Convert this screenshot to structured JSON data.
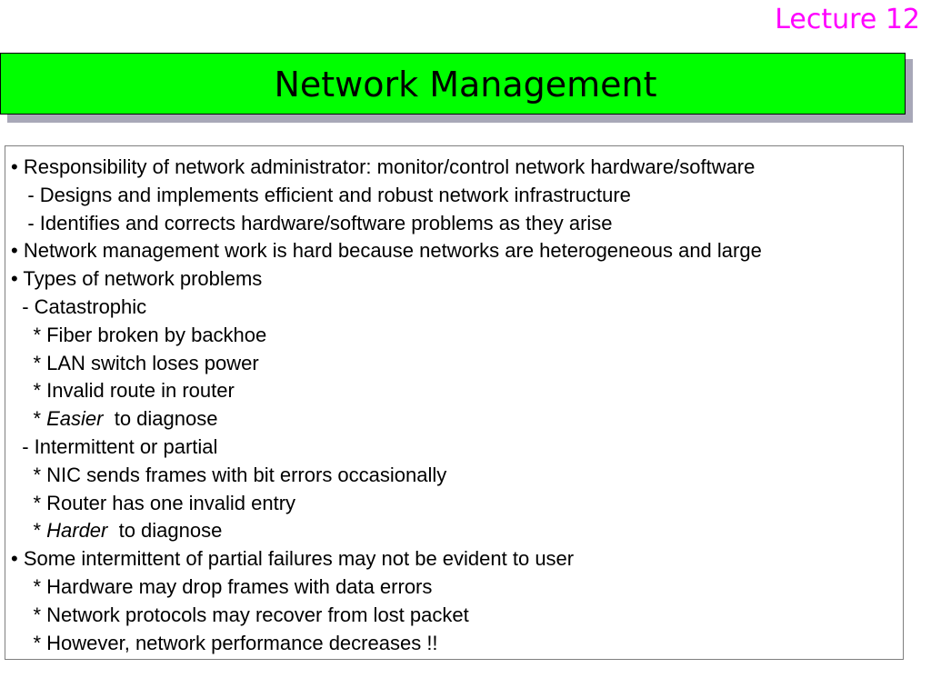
{
  "slide": {
    "lecture_label": "Lecture 12",
    "title": "Network Management",
    "lines": [
      {
        "text": "• Responsibility of network administrator: monitor/control network hardware/software"
      },
      {
        "text": "   - Designs and implements efficient and robust network infrastructure"
      },
      {
        "text": "   - Identifies and corrects hardware/software problems as they arise"
      },
      {
        "text": "• Network management work is hard because networks are heterogeneous and large"
      },
      {
        "text": "• Types of network problems"
      },
      {
        "text": "  - Catastrophic"
      },
      {
        "text": "    * Fiber broken by backhoe"
      },
      {
        "text": "    * LAN switch loses power"
      },
      {
        "text": "    * Invalid route in router"
      },
      {
        "prefix": "    * ",
        "emphasis": "Easier",
        "suffix": "  to diagnose"
      },
      {
        "text": "  - Intermittent or partial"
      },
      {
        "text": "    * NIC sends frames with bit errors occasionally"
      },
      {
        "text": "    * Router has one invalid entry"
      },
      {
        "prefix": "    * ",
        "emphasis": "Harder",
        "suffix": "  to diagnose"
      },
      {
        "text": "• Some intermittent of partial failures may not be evident to user"
      },
      {
        "text": "    * Hardware may drop frames with data errors"
      },
      {
        "text": "    * Network protocols may recover from lost packet"
      },
      {
        "text": "    * However, network performance decreases !!"
      }
    ]
  },
  "colors": {
    "lecture_label": "#ff00ff",
    "title_background": "#00ff00",
    "title_shadow": "#a8a8b8",
    "content_border": "#7f7f7f"
  }
}
